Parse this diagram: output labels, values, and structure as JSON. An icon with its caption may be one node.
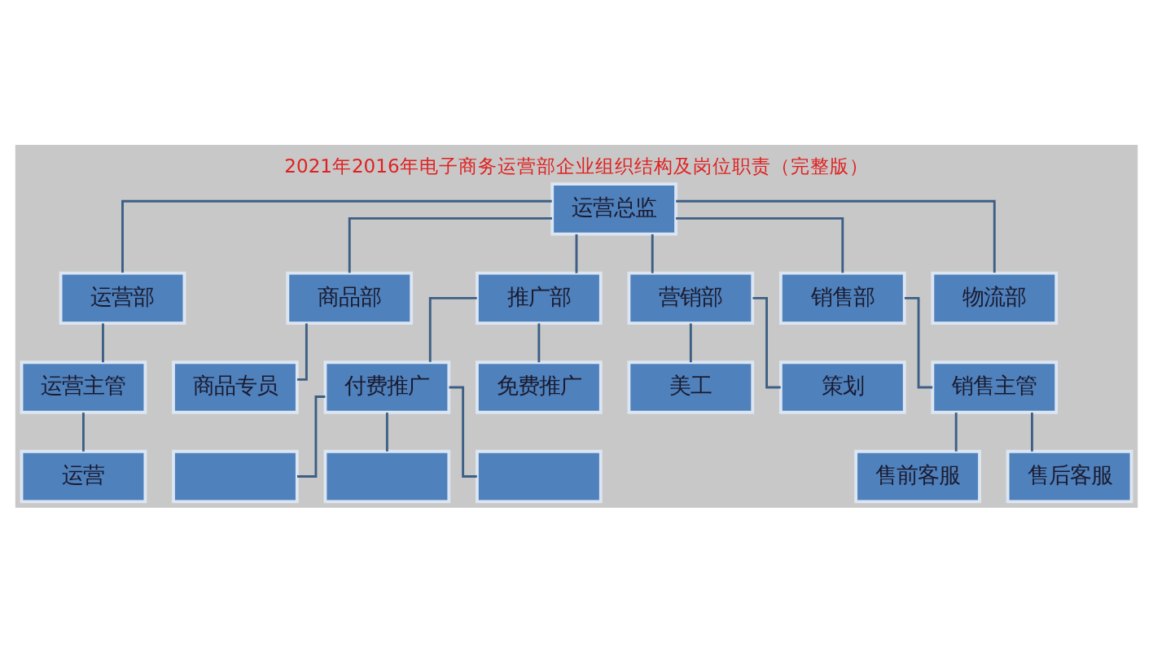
{
  "diagram": {
    "title": "2021年2016年电子商务运营部企业组织结构及岗位职责（完整版）",
    "nodes": [
      {
        "text": [
          "运营总监"
        ]
      },
      {
        "text": [
          "运营部"
        ]
      },
      {
        "text": [
          "商品部"
        ]
      },
      {
        "text": [
          "推广部"
        ]
      },
      {
        "text": [
          "营销部"
        ]
      },
      {
        "text": [
          "销售部"
        ]
      },
      {
        "text": [
          "物流部"
        ]
      },
      {
        "text": [
          "运营主管"
        ]
      },
      {
        "text": [
          "商品专员"
        ]
      },
      {
        "text": [
          "付费推广"
        ]
      },
      {
        "text": [
          "免费推广"
        ]
      },
      {
        "text": [
          "美工"
        ]
      },
      {
        "text": [
          "销售主管"
        ]
      },
      {
        "text": [
          "运营"
        ]
      },
      {
        "text": [],
        "shape": "box"
      },
      {
        "text": [
          "策划"
        ]
      },
      {
        "text": [
          "售前客服"
        ]
      },
      {
        "text": [],
        "shape": "box"
      },
      {
        "text": [
          "售后客服"
        ]
      },
      {
        "text": [],
        "shape": "box"
      }
    ],
    "edges": [
      {
        "from": 0,
        "to": 1,
        "arrow": "none"
      },
      {
        "from": 0,
        "to": 2,
        "arrow": "none"
      },
      {
        "from": 0,
        "to": 3,
        "arrow": "none"
      },
      {
        "from": 0,
        "to": 4,
        "arrow": "none"
      },
      {
        "from": 0,
        "to": 5,
        "arrow": "none"
      },
      {
        "from": 0,
        "to": 6,
        "arrow": "none"
      },
      {
        "from": 1,
        "to": 7,
        "arrow": "none"
      },
      {
        "from": 2,
        "to": 8,
        "arrow": "none"
      },
      {
        "from": 3,
        "to": 9,
        "arrow": "none"
      },
      {
        "from": 3,
        "to": 10,
        "arrow": "none"
      },
      {
        "from": 4,
        "to": 11,
        "arrow": "none"
      },
      {
        "from": 4,
        "to": 15,
        "arrow": "none"
      },
      {
        "from": 5,
        "to": 12,
        "arrow": "none"
      },
      {
        "from": 7,
        "to": 13,
        "arrow": "none"
      },
      {
        "from": 9,
        "to": 14,
        "arrow": "none"
      },
      {
        "from": 9,
        "to": 17,
        "arrow": "none"
      },
      {
        "from": 9,
        "to": 19,
        "arrow": "none"
      },
      {
        "from": 12,
        "to": 16,
        "arrow": "none"
      },
      {
        "from": 12,
        "to": 18,
        "arrow": "none"
      }
    ]
  }
}
